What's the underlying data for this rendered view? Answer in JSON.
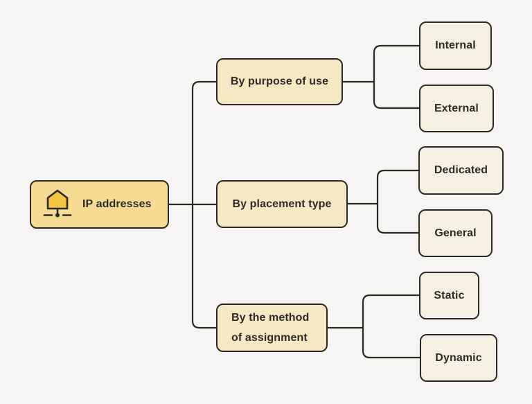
{
  "tree": {
    "root": {
      "label": "IP addresses",
      "icon": "network-host-icon"
    },
    "branches": [
      {
        "label": "By purpose of use",
        "children": [
          "Internal",
          "External"
        ]
      },
      {
        "label": "By placement type",
        "children": [
          "Dedicated",
          "General"
        ]
      },
      {
        "label": "By the method of assignment",
        "children": [
          "Static",
          "Dynamic"
        ]
      }
    ]
  },
  "colors": {
    "background": "#F6F5F3",
    "root_fill": "#F8DB92",
    "branch_fill": "#F6E8C3",
    "leaf_fill": "#F6F0E3",
    "outline": "#2B2923",
    "icon_fill": "#F4C441",
    "text": "#2D2B26"
  }
}
